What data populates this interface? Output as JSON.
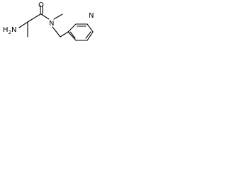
{
  "structure": {
    "atoms": {
      "amine": {
        "main": "H",
        "sub": "2",
        "tail": "N"
      },
      "carbonyl_oxygen": "O",
      "amide_nitrogen": "N",
      "pyridine_nitrogen": "N"
    },
    "colors": {
      "bond": "#000000",
      "label": "#000000",
      "background": "#ffffff"
    }
  }
}
